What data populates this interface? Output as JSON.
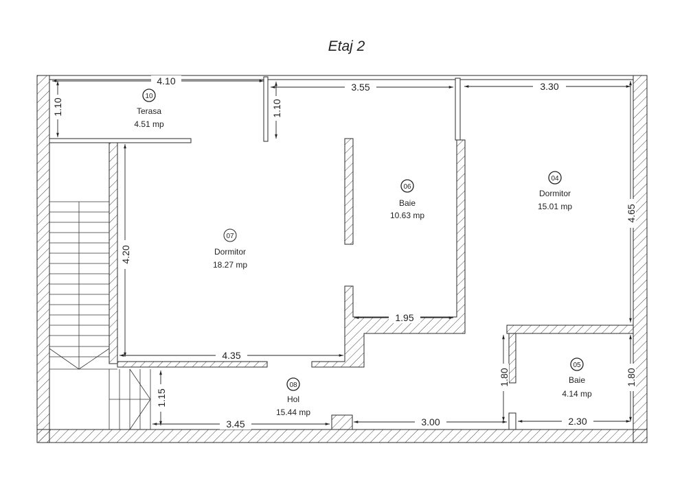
{
  "title": "Etaj 2",
  "rooms": [
    {
      "number": "10",
      "name": "Terasa",
      "area": "4.51 mp"
    },
    {
      "number": "07",
      "name": "Dormitor",
      "area": "18.27 mp"
    },
    {
      "number": "06",
      "name": "Baie",
      "area": "10.63 mp"
    },
    {
      "number": "04",
      "name": "Dormitor",
      "area": "15.01 mp"
    },
    {
      "number": "05",
      "name": "Baie",
      "area": "4.14 mp"
    },
    {
      "number": "08",
      "name": "Hol",
      "area": "15.44 mp"
    }
  ],
  "dimensions": {
    "terasa_width": "4.10",
    "terasa_depth": "1.10",
    "baie06_top": "3.55",
    "baie06_depth": "1.10",
    "dorm04_width": "3.30",
    "dorm04_depth": "4.65",
    "dorm07_depth": "4.20",
    "dorm07_width": "4.35",
    "baie06_bottom": "1.95",
    "hol_depth": "1.15",
    "hol_width_left": "3.45",
    "hol_width_right": "3.00",
    "baie05_left": "1.80",
    "baie05_right": "1.80",
    "baie05_width": "2.30"
  },
  "colors": {
    "line": "#2a2a2a",
    "hatch": "#444444",
    "background": "#ffffff"
  }
}
